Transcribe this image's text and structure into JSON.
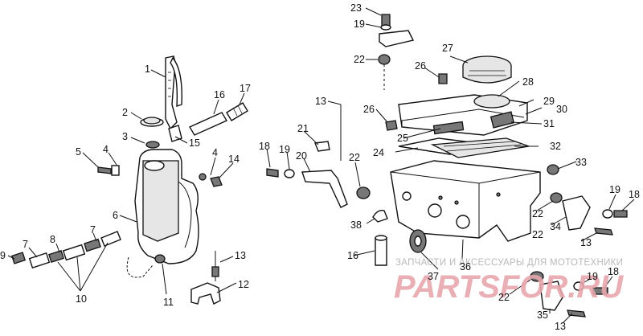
{
  "callouts": [
    "1",
    "2",
    "3",
    "4",
    "4",
    "5",
    "6",
    "7",
    "7",
    "8",
    "9",
    "10",
    "11",
    "12",
    "13",
    "13",
    "13",
    "13",
    "14",
    "15",
    "16",
    "16",
    "17",
    "18",
    "18",
    "18",
    "19",
    "19",
    "19",
    "19",
    "20",
    "21",
    "22",
    "22",
    "22",
    "22",
    "22",
    "23",
    "24",
    "25",
    "26",
    "26",
    "27",
    "28",
    "29",
    "30",
    "31",
    "32",
    "33",
    "34",
    "35",
    "36",
    "37",
    "38"
  ],
  "watermark": {
    "tagline": "ЗАПЧАСТИ И АКСЕССУАРЫ ДЛЯ МОТОТЕХНИКИ",
    "brand": "PARTSFOR.RU"
  },
  "colors": {
    "ink": "#111111",
    "watermark_brand": "#e7a7ad",
    "watermark_tagline": "#b9b9b9"
  }
}
